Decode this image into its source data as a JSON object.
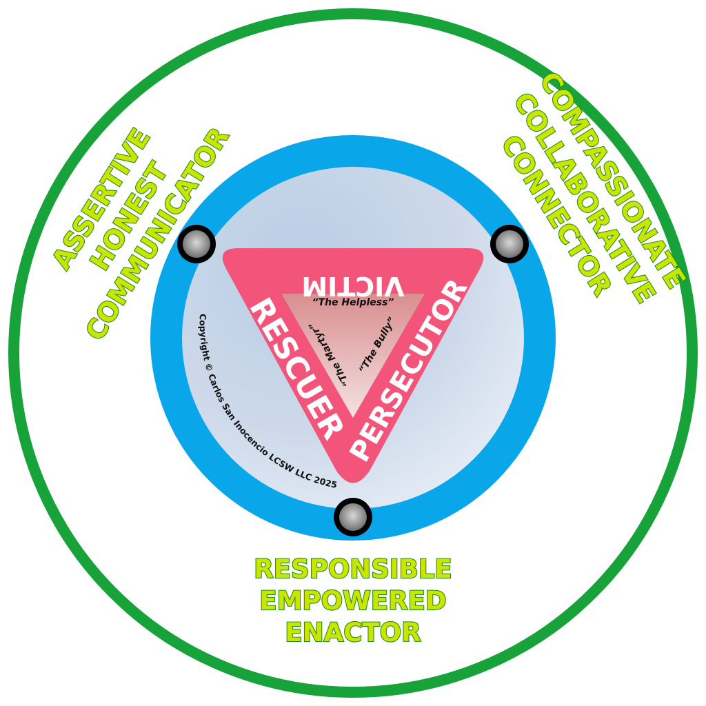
{
  "triangle": {
    "top_label": "VICTIM",
    "left_label": "RESCUER",
    "right_label": "PERSECUTOR",
    "top_sub": "“The Helpless”",
    "left_sub": "“The Martyr”",
    "right_sub": "“The Bully”"
  },
  "outer_labels": {
    "left": [
      "ASSERTIVE",
      "HONEST",
      "COMMUNICATOR"
    ],
    "right": [
      "COMPASSIONATE",
      "COLLABORATIVE",
      "CONNECTOR"
    ],
    "bottom": [
      "RESPONSIBLE",
      "EMPOWERED",
      "ENACTOR"
    ]
  },
  "copyright": "Copyright © Carlos San Inocencio LCSW LLC 2025",
  "colors": {
    "outer_ring": "#17a33a",
    "blue_ring": "#0aa6ea",
    "triangle": "#f2547a",
    "label_fill": "#c8e600",
    "label_outline": "#2a8a1a"
  },
  "icons": [
    "pivot-node-icon"
  ]
}
